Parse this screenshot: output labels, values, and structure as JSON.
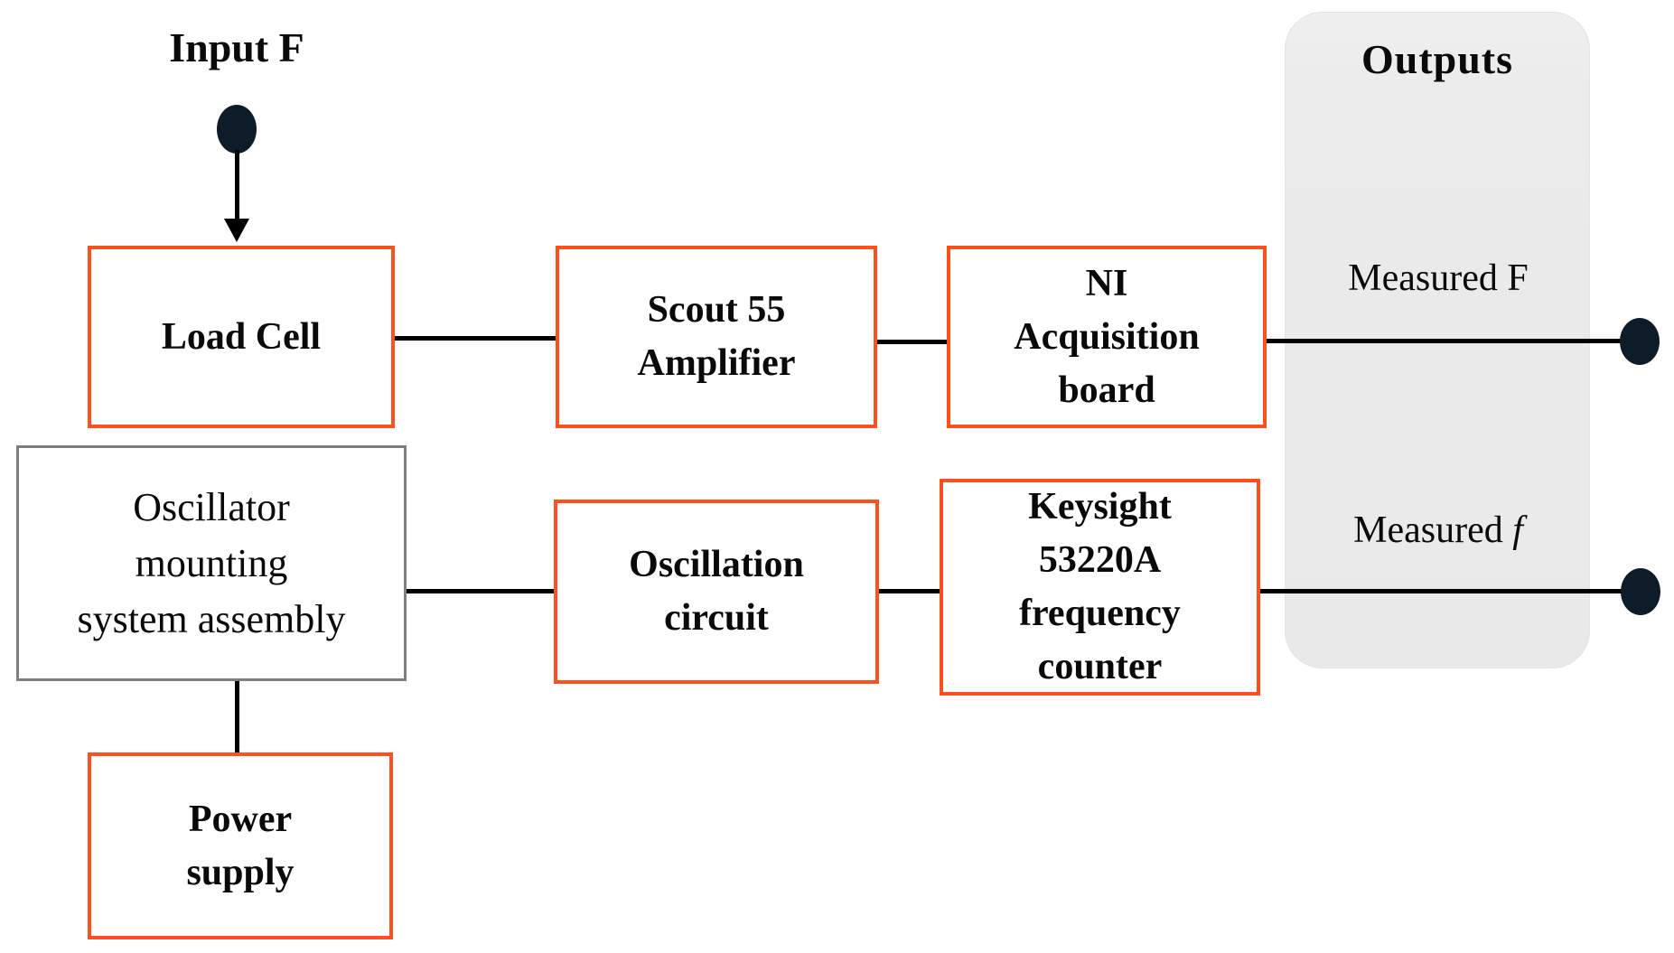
{
  "colors": {
    "accent": "#fd4f1f",
    "gray_border": "#7f7f7f",
    "panel_bg": "#ebebeb",
    "dot": "#0e1b28",
    "line": "#000000"
  },
  "input": {
    "label": "Input F"
  },
  "boxes": {
    "load_cell": "Load Cell",
    "scout_amplifier": "Scout 55\nAmplifier",
    "ni_acquisition": "NI\nAcquisition\nboard",
    "oscillator_mounting": "Oscillator\nmounting\nsystem assembly",
    "oscillation_circuit": "Oscillation\ncircuit",
    "keysight_counter": "Keysight\n53220A\nfrequency\ncounter",
    "power_supply": "Power\nsupply"
  },
  "outputs": {
    "title": "Outputs",
    "measured_force": "Measured F",
    "measured_freq_prefix": "Measured ",
    "measured_freq_symbol": "f"
  }
}
